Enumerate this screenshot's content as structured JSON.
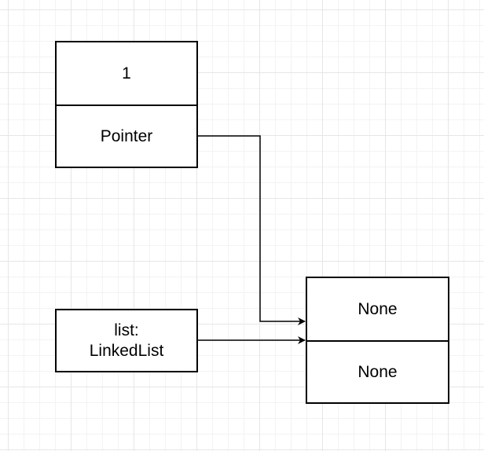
{
  "node_box": {
    "value": "1",
    "pointer": "Pointer"
  },
  "list_box": {
    "label_line1": "list:",
    "label_line2": "LinkedList"
  },
  "target_box": {
    "top": "None",
    "bottom": "None"
  },
  "colors": {
    "stroke": "#000000",
    "grid": "#e6e6e6",
    "background": "#ffffff"
  }
}
